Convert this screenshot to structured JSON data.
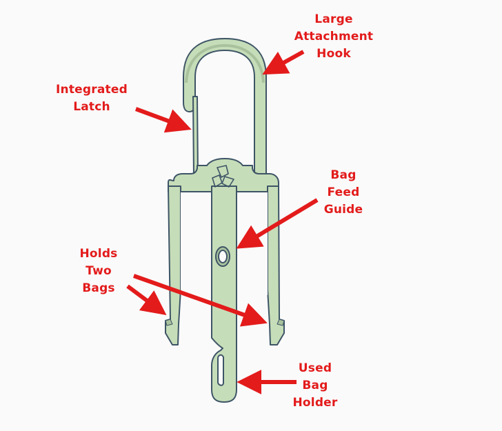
{
  "diagram": {
    "subject": "Bag dispenser clip",
    "colors": {
      "background": "#fafafa",
      "part_fill": "#c6ddb9",
      "part_shade": "#a9c29d",
      "part_outline": "#3d5466",
      "annotation": "#e31b1b"
    },
    "labels": [
      {
        "id": "large-attachment-hook",
        "lines": [
          "Large",
          "Attachment",
          "Hook"
        ]
      },
      {
        "id": "integrated-latch",
        "lines": [
          "Integrated",
          "Latch"
        ]
      },
      {
        "id": "bag-feed-guide",
        "lines": [
          "Bag",
          "Feed",
          "Guide"
        ]
      },
      {
        "id": "holds-two-bags",
        "lines": [
          "Holds",
          "Two",
          "Bags"
        ]
      },
      {
        "id": "used-bag-holder",
        "lines": [
          "Used",
          "Bag",
          "Holder"
        ]
      }
    ],
    "icons": {
      "recycle_symbol": "recycle-icon",
      "arrow": "arrow-icon"
    }
  }
}
